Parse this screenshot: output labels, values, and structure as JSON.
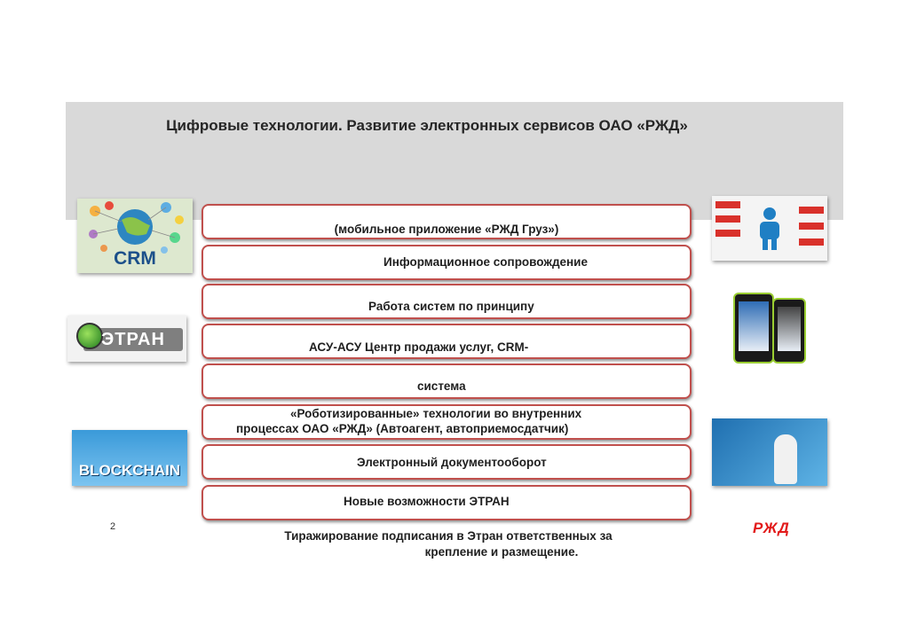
{
  "slide": {
    "title": "Цифровые технологии. Развитие электронных сервисов ОАО «РЖД»",
    "page_number": "2"
  },
  "bars": [
    {
      "text": "(мобильное приложение «РЖД Груз»)"
    },
    {
      "text": "Информационное сопровождение"
    },
    {
      "text": "Работа систем по принципу"
    },
    {
      "text": "АСУ-АСУ Центр продажи услуг, CRM-"
    },
    {
      "text": "система"
    },
    {
      "line1": "«Роботизированные» технологии во внутренних",
      "line2": "процессах ОАО «РЖД» (Автоагент, автоприемосдатчик)"
    },
    {
      "text": "Электронный документооборот"
    },
    {
      "text": "Новые возможности ЭТРАН"
    }
  ],
  "footer": {
    "line1": "Тиражирование подписания в Этран ответственных за",
    "line2": "крепление и размещение."
  },
  "images": {
    "crm_label": "CRM",
    "etran_label": "ЭТРАН",
    "blockchain_label": "BLOCKCHAIN",
    "logo_text": "РЖД"
  },
  "colors": {
    "bar_border": "#c0504d",
    "header_band": "#d9d9d9",
    "brand_red": "#e21a1a"
  }
}
